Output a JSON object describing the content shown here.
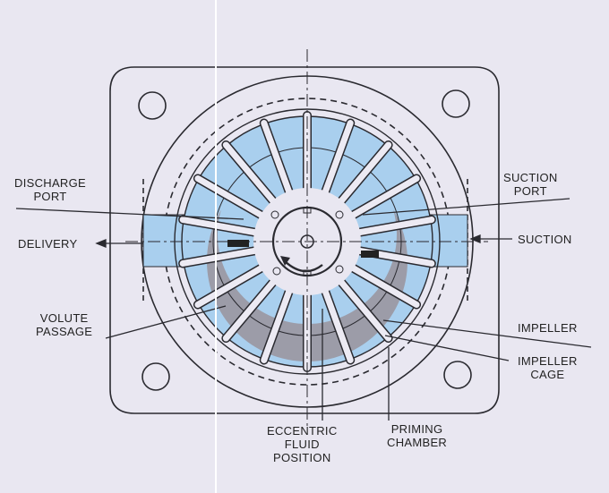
{
  "labels": {
    "discharge_port": [
      "DISCHARGE",
      "PORT"
    ],
    "delivery": "DELIVERY",
    "volute_passage": [
      "VOLUTE",
      "PASSAGE"
    ],
    "suction_port": [
      "SUCTION",
      "PORT"
    ],
    "suction": "SUCTION",
    "impeller": "IMPELLER",
    "impeller_cage": [
      "IMPELLER",
      "CAGE"
    ],
    "eccentric_fluid_position": [
      "ECCENTRIC",
      "FLUID",
      "POSITION"
    ],
    "priming_chamber": [
      "PRIMING",
      "CHAMBER"
    ]
  },
  "colors": {
    "water": "#a9cfee",
    "fluid_ring": "#9c9ca8",
    "line": "#2a2a30",
    "paper": "#e9e7f1"
  },
  "impeller_vane_count": 18
}
